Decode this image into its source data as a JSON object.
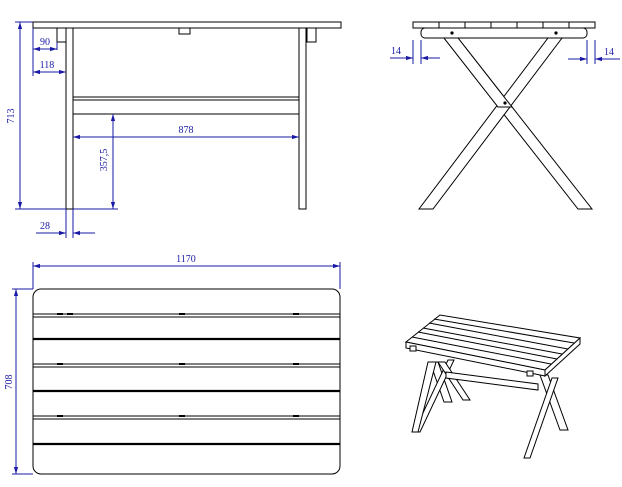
{
  "dimensions": {
    "front_height": "713",
    "front_leg_offset": "90",
    "front_frame_offset": "118",
    "front_stretcher_length": "878",
    "front_stretcher_height": "357,5",
    "front_leg_width": "28",
    "side_overhang_left": "14",
    "side_overhang_right": "14",
    "top_length": "1170",
    "top_width": "708"
  },
  "colors": {
    "dimension": "#1a1aa6",
    "ink": "#000000"
  }
}
